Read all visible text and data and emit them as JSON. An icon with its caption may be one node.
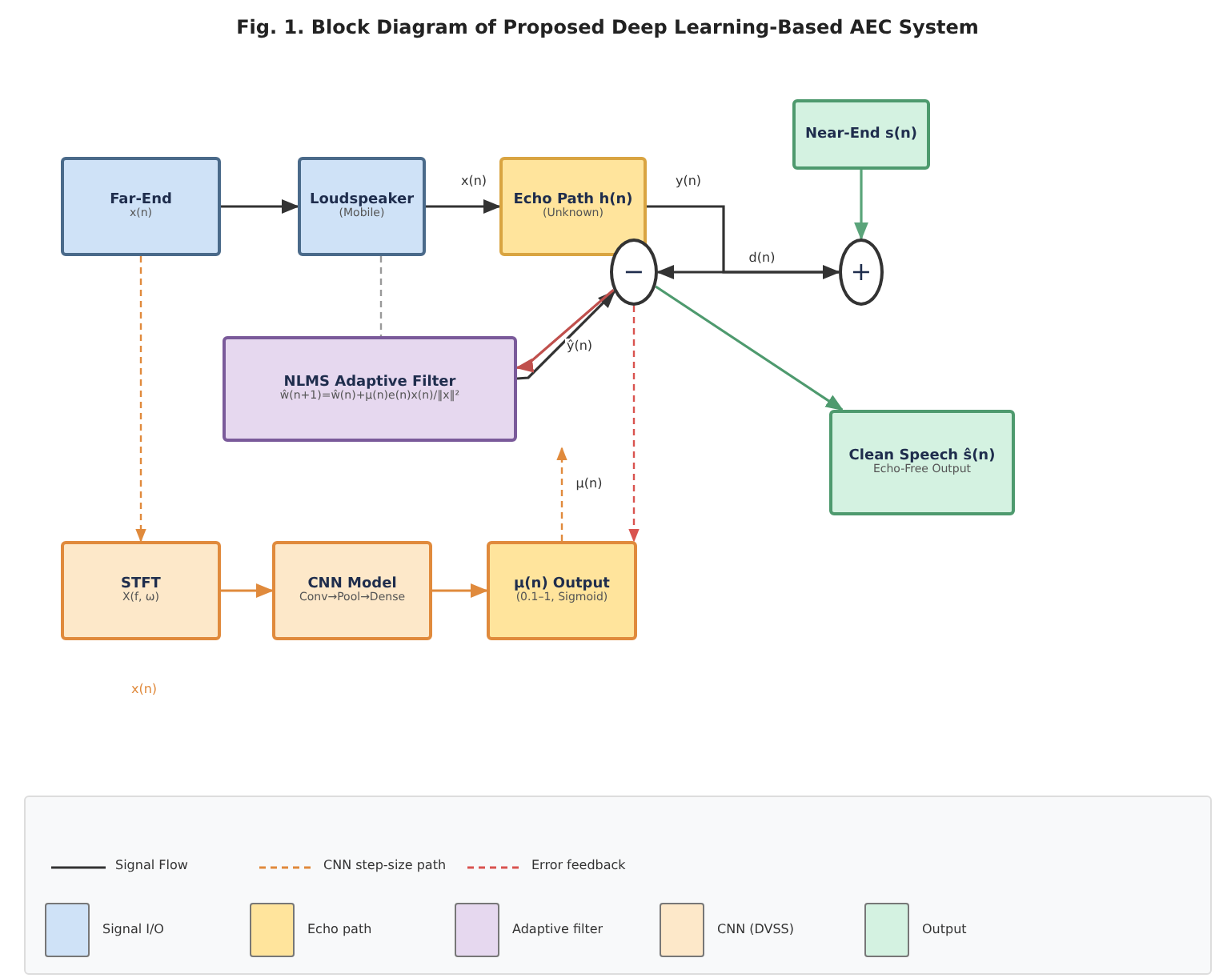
{
  "diagram": {
    "title": "Fig. 1. Block Diagram of Proposed Deep Learning-Based AEC System",
    "nodes": [
      {
        "text": [
          "Far-End",
          "x(n)"
        ]
      },
      {
        "text": [
          "Loudspeaker",
          "(Mobile)"
        ]
      },
      {
        "text": [
          "Echo Path h(n)",
          "(Unknown)"
        ]
      },
      {
        "text": [
          "Near-End s(n)"
        ]
      },
      {
        "text": [
          "−"
        ]
      },
      {
        "text": [
          "+"
        ]
      },
      {
        "text": [
          "NLMS Adaptive Filter",
          "ŵ(n+1)=ŵ(n)+μ(n)e(n)x(n)/‖x‖²"
        ]
      },
      {
        "text": [
          "Clean Speech ŝ(n)",
          "Echo-Free Output"
        ]
      },
      {
        "text": [
          "STFT",
          "X(f, ω)"
        ]
      },
      {
        "text": [
          "CNN Model",
          "Conv→Pool→Dense"
        ]
      },
      {
        "text": [
          "μ(n) Output",
          "(0.1–1, Sigmoid)"
        ]
      }
    ],
    "edges": [
      {
        "from": 0,
        "to": 1,
        "arrow": "to"
      },
      {
        "from": 1,
        "to": 2,
        "arrow": "to",
        "label": "x(n)"
      },
      {
        "from": 2,
        "to": 5,
        "arrow": "to",
        "label": "y(n)"
      },
      {
        "from": 3,
        "to": 5,
        "arrow": "to",
        "color": "#5aa47a"
      },
      {
        "from": 5,
        "to": 4,
        "arrow": "to",
        "label": "d(n)"
      },
      {
        "from": 6,
        "to": 4,
        "arrow": "to",
        "label": "ŷ(n)"
      },
      {
        "from": 4,
        "to": 6,
        "arrow": "to",
        "color": "#c0504d"
      },
      {
        "from": 4,
        "to": 7,
        "arrow": "to",
        "color": "#4e9a6e"
      },
      {
        "from": 1,
        "to": 6,
        "arrow": "none",
        "style": "dashed",
        "color": "#999999"
      },
      {
        "from": 0,
        "to": 8,
        "arrow": "to",
        "style": "dashed",
        "color": "#e08a3c"
      },
      {
        "from": 8,
        "to": 9,
        "arrow": "to",
        "color": "#e08a3c"
      },
      {
        "from": 9,
        "to": 10,
        "arrow": "to",
        "color": "#e08a3c"
      },
      {
        "from": 10,
        "to": null,
        "arrow": "to",
        "style": "dashed",
        "color": "#e08a3c",
        "label": "μ(n)"
      },
      {
        "from": 4,
        "to": 10,
        "arrow": "to",
        "style": "dashed",
        "color": "#d9534f"
      }
    ],
    "labels": [
      "x(n)"
    ],
    "legend": [
      {
        "text": "Signal Flow"
      },
      {
        "text": "CNN step-size path"
      },
      {
        "text": "Error feedback"
      },
      {
        "text": "Signal I/O",
        "color": "#cfe2f7"
      },
      {
        "text": "Echo path",
        "color": "#ffe49c"
      },
      {
        "text": "Adaptive filter",
        "color": "#e6d8ef"
      },
      {
        "text": "CNN (DVSS)",
        "color": "#fde8c9"
      },
      {
        "text": "Output",
        "color": "#d4f2e1"
      }
    ]
  }
}
